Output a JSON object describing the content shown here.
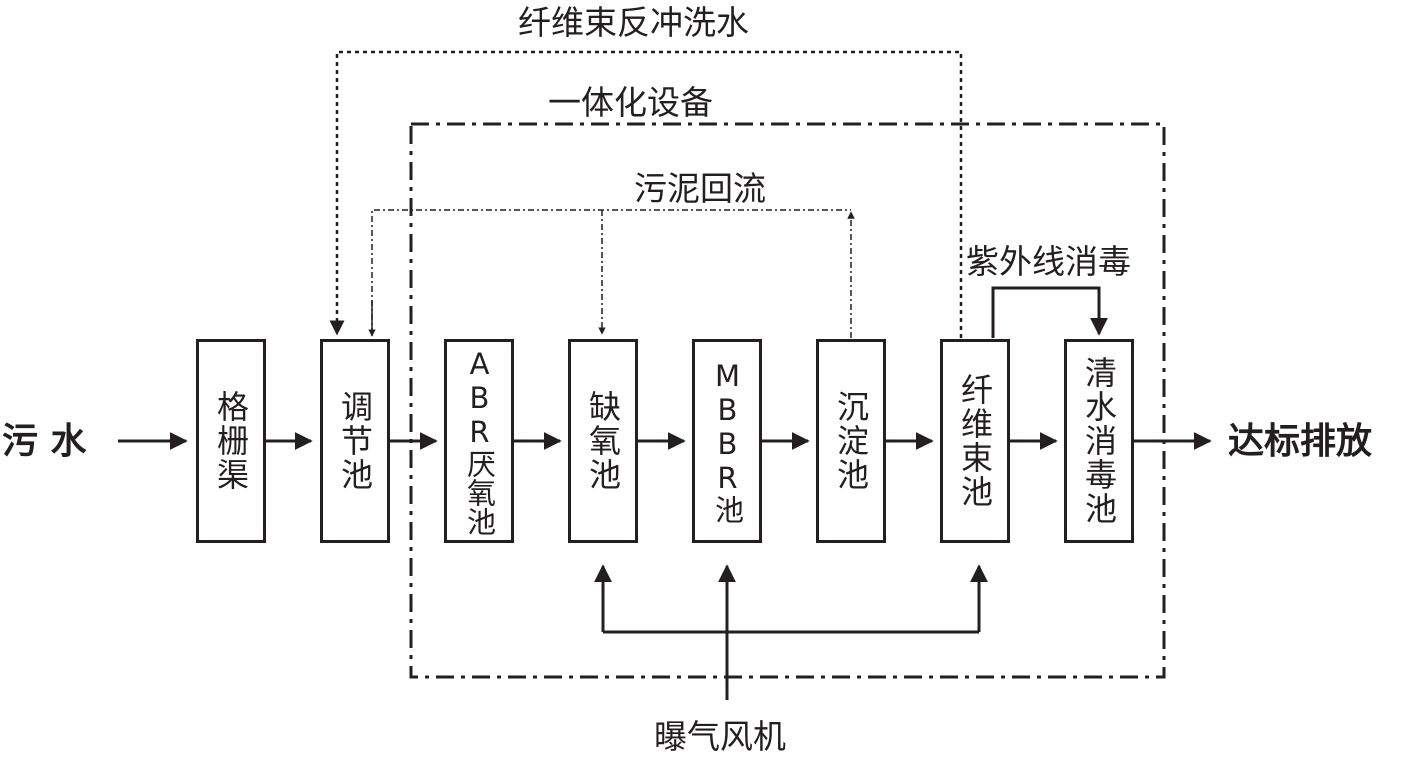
{
  "colors": {
    "ink": "#231f20",
    "background": "#ffffff"
  },
  "labels": {
    "inflow": "污 水",
    "outflow": "达标排放",
    "backwash": "纤维束反冲洗水",
    "integrated_equipment": "一体化设备",
    "sludge_return": "污泥回流",
    "uv_disinfection": "紫外线消毒",
    "blower": "曝气风机"
  },
  "units": [
    {
      "key": "screen",
      "label": "格栅渠"
    },
    {
      "key": "equalization",
      "label": "调节池"
    },
    {
      "key": "abr",
      "label": "ABR厌氧池"
    },
    {
      "key": "anoxic",
      "label": "缺氧池"
    },
    {
      "key": "mbbr",
      "label": "MBBR池"
    },
    {
      "key": "sedimentation",
      "label": "沉淀池"
    },
    {
      "key": "fiber",
      "label": "纤维束池"
    },
    {
      "key": "disinfection",
      "label": "清水消毒池"
    }
  ]
}
